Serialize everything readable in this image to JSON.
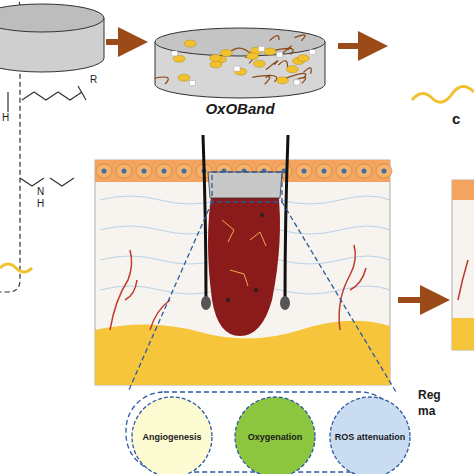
{
  "diagram": {
    "nodes": [
      {
        "text": [
          "OxOBand"
        ]
      },
      {
        "text": [
          "Angiogenesis"
        ]
      },
      {
        "text": [
          "Oxygenation"
        ]
      },
      {
        "text": [
          "ROS attenuation"
        ]
      }
    ],
    "labels": [
      "H",
      "R",
      "N",
      "H",
      "c",
      "Reg",
      "ma"
    ]
  }
}
